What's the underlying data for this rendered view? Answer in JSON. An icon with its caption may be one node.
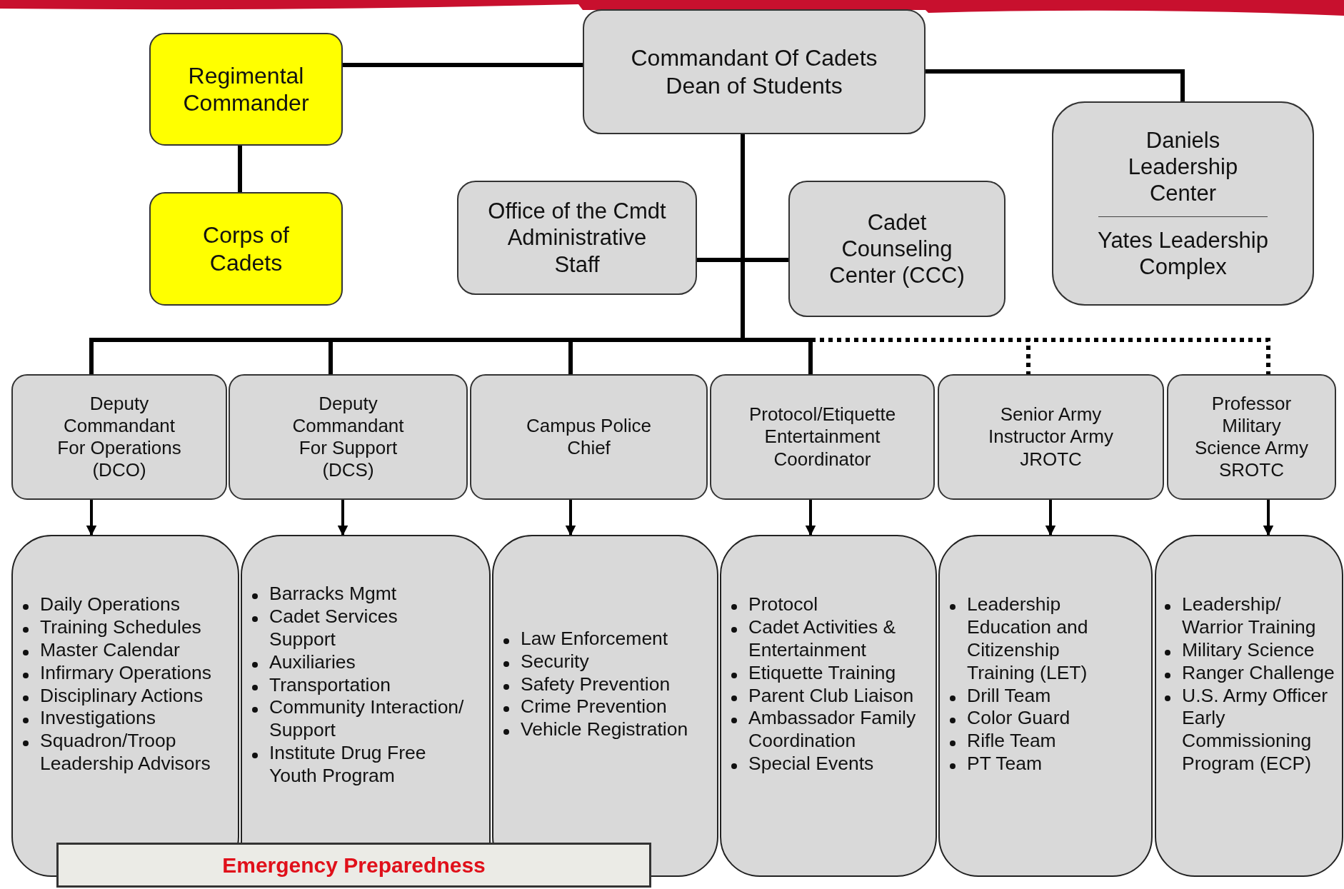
{
  "diagram": {
    "nodes": [
      {
        "text": [
          "Regimental Commander"
        ]
      },
      {
        "text": [
          "Commandant Of Cadets Dean of Students"
        ]
      },
      {
        "text": [
          "Daniels Leadership Center",
          "Yates Leadership Complex"
        ]
      },
      {
        "text": [
          "Corps of Cadets"
        ]
      },
      {
        "text": [
          "Office of the Cmdt Administrative Staff"
        ]
      },
      {
        "text": [
          "Cadet Counseling Center (CCC)"
        ]
      },
      {
        "text": [
          "Deputy Commandant For Operations (DCO)"
        ]
      },
      {
        "text": [
          "Deputy Commandant For Support (DCS)"
        ]
      },
      {
        "text": [
          "Campus Police Chief"
        ]
      },
      {
        "text": [
          "Protocol/Etiquette Entertainment Coordinator"
        ]
      },
      {
        "text": [
          "Senior Army Instructor Army JROTC"
        ]
      },
      {
        "text": [
          "Professor Military Science Army SROTC"
        ]
      },
      {
        "text": [
          "Daily Operations",
          "Training Schedules",
          "Master Calendar",
          "Infirmary Operations",
          "Disciplinary Actions",
          "Investigations",
          "Squadron/Troop Leadership Advisors"
        ]
      },
      {
        "text": [
          "Barracks Mgmt",
          "Cadet Services Support",
          "Auxiliaries",
          "Transportation",
          "Community Interaction/ Support",
          "Institute Drug Free Youth Program"
        ]
      },
      {
        "text": [
          "Law Enforcement",
          "Security",
          "Safety Prevention",
          "Crime Prevention",
          "Vehicle Registration"
        ]
      },
      {
        "text": [
          "Protocol",
          "Cadet Activities & Entertainment",
          "Etiquette Training",
          "Parent Club Liaison",
          "Ambassador Family Coordination",
          "Special Events"
        ]
      },
      {
        "text": [
          "Leadership Education and Citizenship Training (LET)",
          "Drill Team",
          "Color Guard",
          "Rifle Team",
          "PT Team"
        ]
      },
      {
        "text": [
          "Leadership/ Warrior Training",
          "Military Science",
          "Ranger Challenge",
          "U.S. Army Officer Early Commissioning Program (ECP)"
        ]
      },
      {
        "text": [
          "Emergency Preparedness"
        ]
      }
    ],
    "edges": [
      {
        "from": 0,
        "to": 1,
        "arrow": "none"
      },
      {
        "from": 0,
        "to": 3,
        "arrow": "none"
      },
      {
        "from": 1,
        "to": 2,
        "arrow": "none"
      },
      {
        "from": 1,
        "to": 4,
        "arrow": "none"
      },
      {
        "from": 1,
        "to": 5,
        "arrow": "none"
      },
      {
        "from": 1,
        "to": 6,
        "arrow": "none"
      },
      {
        "from": 1,
        "to": 7,
        "arrow": "none"
      },
      {
        "from": 1,
        "to": 8,
        "arrow": "none"
      },
      {
        "from": 1,
        "to": 9,
        "arrow": "none"
      },
      {
        "from": 1,
        "to": 10,
        "arrow": "none",
        "style": "dashed"
      },
      {
        "from": 1,
        "to": 11,
        "arrow": "none",
        "style": "dashed"
      },
      {
        "from": 6,
        "to": 12,
        "arrow": "to"
      },
      {
        "from": 7,
        "to": 13,
        "arrow": "to"
      },
      {
        "from": 8,
        "to": 14,
        "arrow": "to"
      },
      {
        "from": 9,
        "to": 15,
        "arrow": "to"
      },
      {
        "from": 10,
        "to": 16,
        "arrow": "to"
      },
      {
        "from": 11,
        "to": 17,
        "arrow": "to"
      }
    ]
  }
}
